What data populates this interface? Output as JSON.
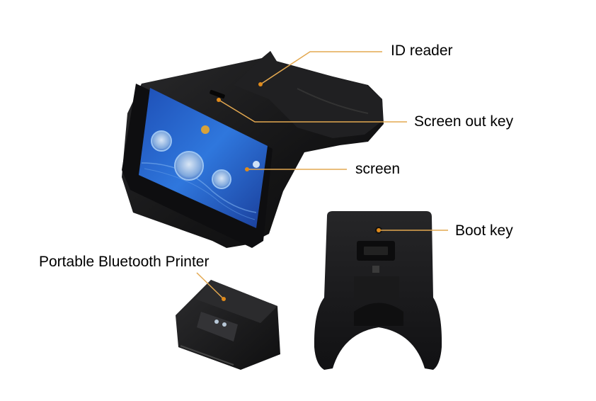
{
  "labels": {
    "id_reader": "ID reader",
    "screen_out_key": "Screen out key",
    "screen": "screen",
    "boot_key": "Boot key",
    "printer": "Portable Bluetooth Printer"
  },
  "colors": {
    "callout_line": "#c9a878",
    "callout_dot": "#e08a1a",
    "device_body": "#1c1c1e",
    "screen_blue": "#2f6fd6"
  },
  "screen_ui": {
    "title_left": "",
    "title_right": ""
  }
}
